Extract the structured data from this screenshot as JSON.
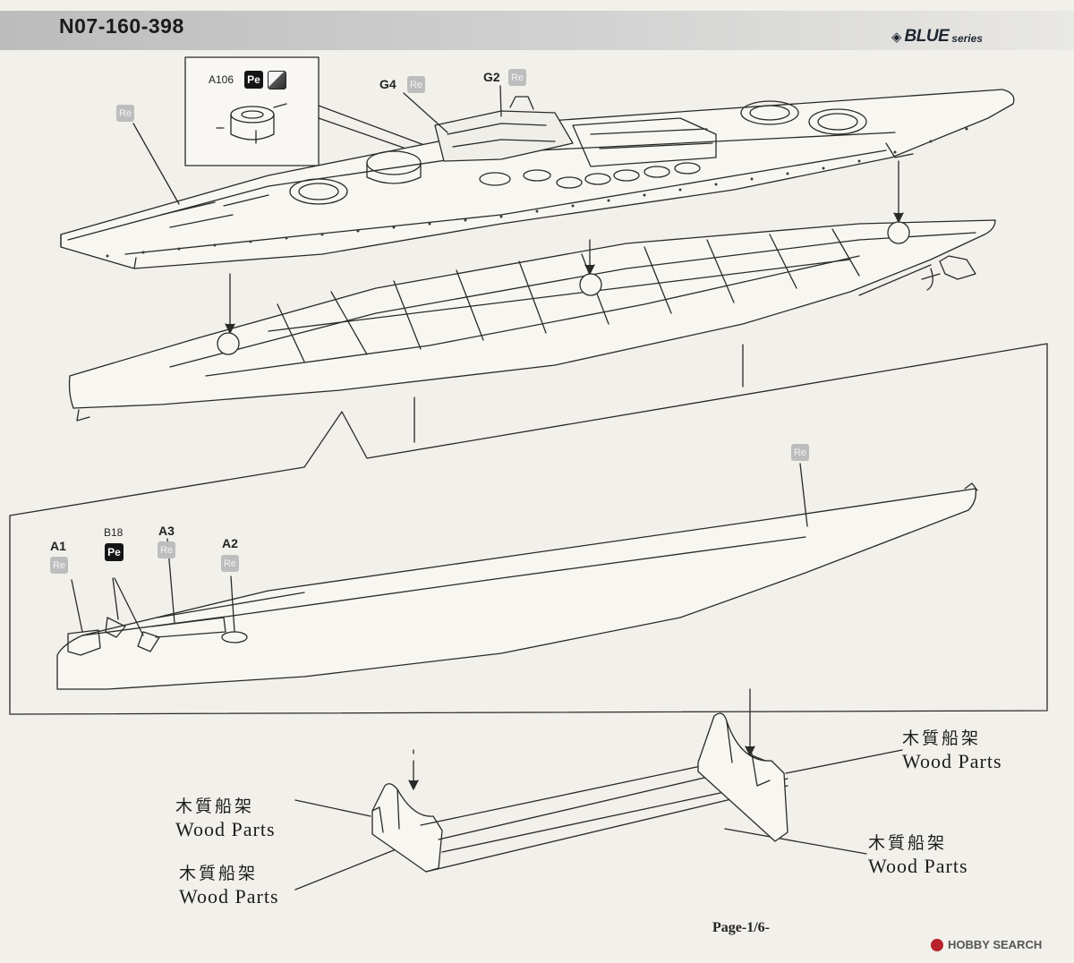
{
  "header": {
    "code": "N07-160-398",
    "brand_main": "BLUE",
    "brand_sub": "series"
  },
  "inset": {
    "part": "A106",
    "pe_badge": "Pe"
  },
  "labels": {
    "g4": "G4",
    "g2": "G2",
    "a1": "A1",
    "b18": "B18",
    "a3": "A3",
    "a2": "A2",
    "re": "Re",
    "pe": "Pe"
  },
  "wood_callouts": [
    {
      "cn": "木質船架",
      "en": "Wood Parts"
    },
    {
      "cn": "木質船架",
      "en": "Wood Parts"
    },
    {
      "cn": "木質船架",
      "en": "Wood Parts"
    },
    {
      "cn": "木質船架",
      "en": "Wood Parts"
    }
  ],
  "footer": {
    "page": "Page-1/6-",
    "watermark": "HOBBY SEARCH"
  }
}
